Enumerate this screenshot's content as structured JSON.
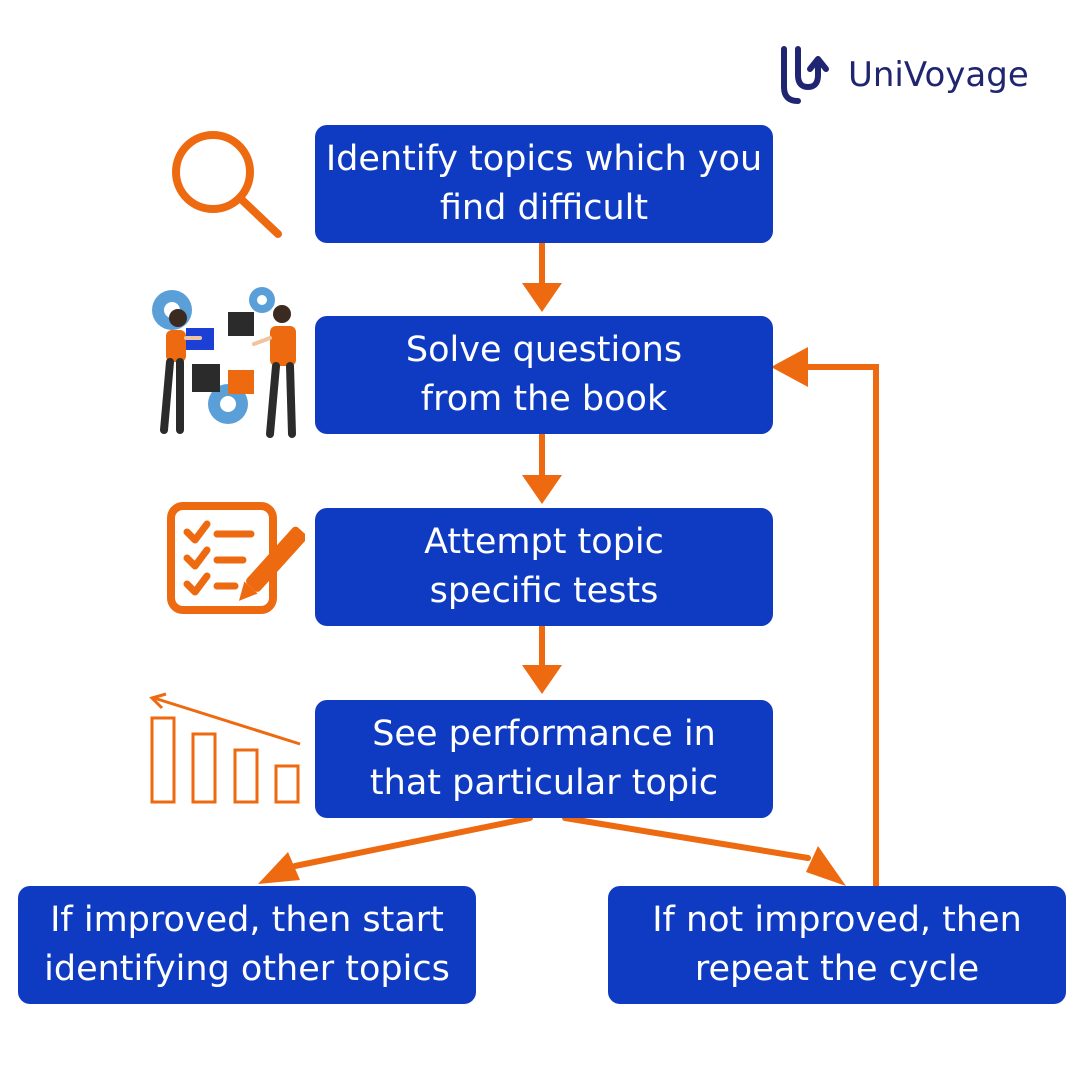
{
  "brand": {
    "name": "UniVoyage",
    "color": "#1f2570"
  },
  "colors": {
    "box": "#0f3bc2",
    "arrow": "#ee6a10",
    "text": "#ffffff"
  },
  "steps": [
    {
      "id": "identify",
      "text": "Identify topics which you\nfind difficult",
      "icon": "magnifier-icon"
    },
    {
      "id": "solve",
      "text": "Solve questions\nfrom the book",
      "icon": "teamwork-puzzle-icon"
    },
    {
      "id": "attempt",
      "text": "Attempt topic\nspecific tests",
      "icon": "checklist-icon"
    },
    {
      "id": "performance",
      "text": "See performance in\nthat particular topic",
      "icon": "declining-bars-icon"
    }
  ],
  "outcomes": [
    {
      "id": "improved",
      "text": "If improved, then start\nidentifying other topics"
    },
    {
      "id": "not-improved",
      "text": "If not improved, then\nrepeat the cycle"
    }
  ]
}
